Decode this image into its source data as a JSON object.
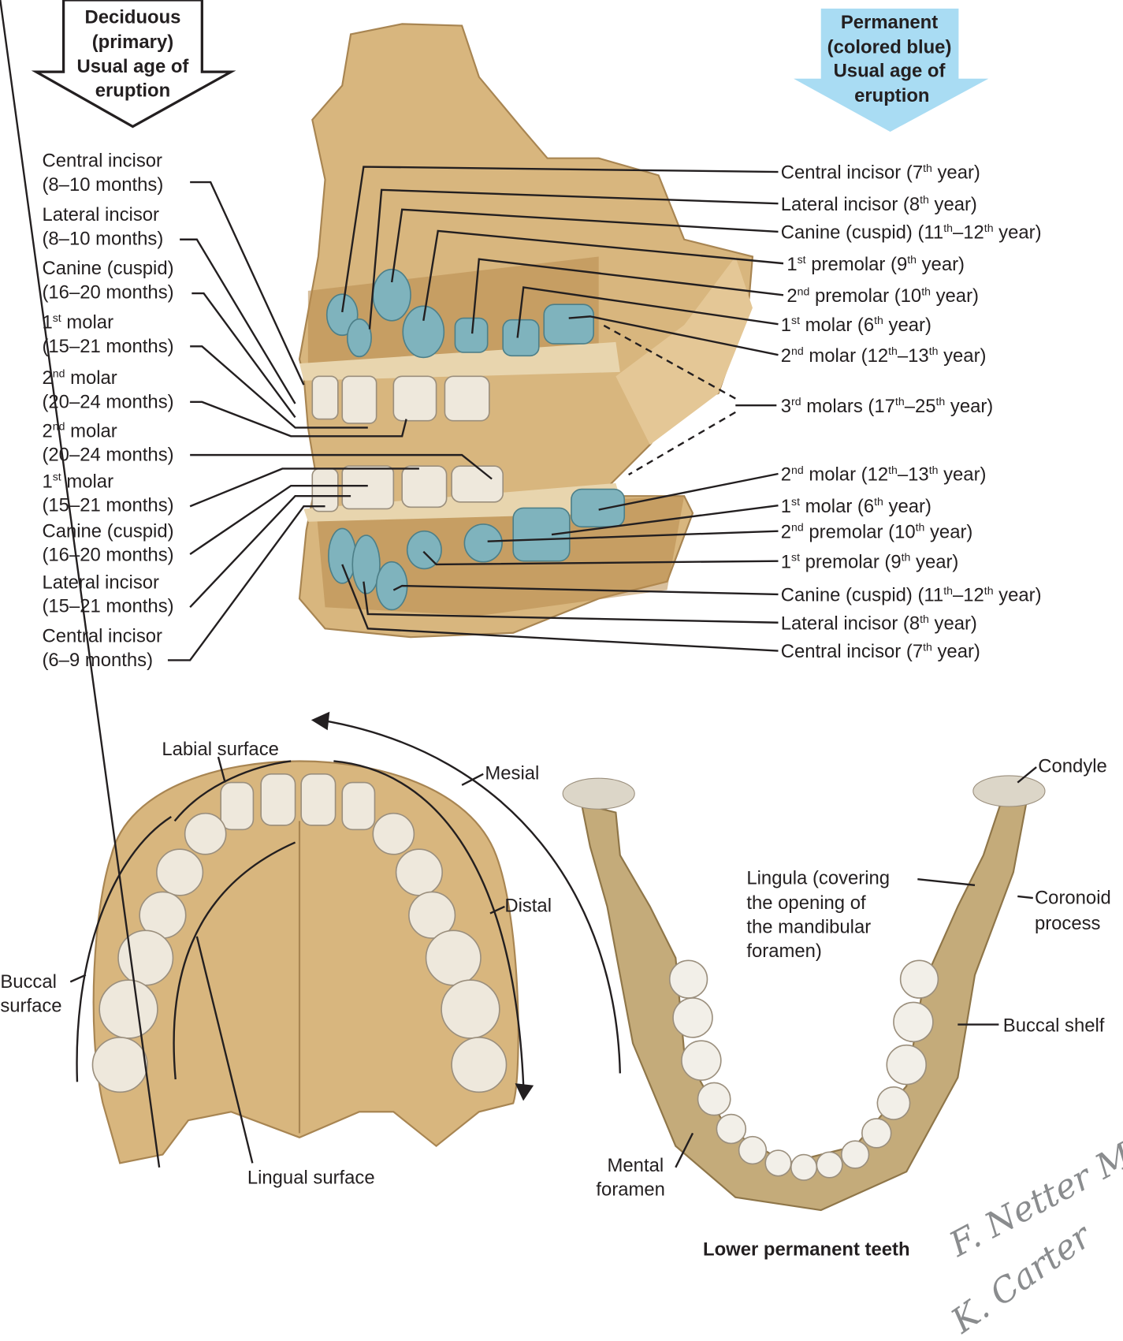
{
  "deciduous_header": {
    "lines": [
      "Deciduous",
      "(primary)",
      "Usual age of",
      "eruption"
    ]
  },
  "permanent_header": {
    "lines": [
      "Permanent",
      "(colored blue)",
      "Usual age of",
      "eruption"
    ]
  },
  "colors": {
    "bone": "#d8b67e",
    "permanent_teeth": "#7fb3bd",
    "deciduous_teeth": "#eee8dc",
    "permanent_arrow": "#a9dcf3"
  },
  "deciduous_labels": [
    {
      "name": "Central incisor",
      "age": "(8–10  months)"
    },
    {
      "name": "Lateral incisor",
      "age": "(8–10 months)"
    },
    {
      "name": "Canine (cuspid)",
      "age": "(16–20 months)"
    },
    {
      "name": [
        "1",
        "st",
        " molar"
      ],
      "age": "(15–21 months)"
    },
    {
      "name": [
        "2",
        "nd",
        " molar"
      ],
      "age": "(20–24 months)"
    },
    {
      "name": [
        "2",
        "nd",
        " molar"
      ],
      "age": "(20–24 months)"
    },
    {
      "name": [
        "1",
        "st",
        " molar"
      ],
      "age": "(15–21 months)"
    },
    {
      "name": "Canine (cuspid)",
      "age": "(16–20 months)"
    },
    {
      "name": "Lateral incisor",
      "age": "(15–21 months)"
    },
    {
      "name": "Central incisor",
      "age": "(6–9 months)"
    }
  ],
  "permanent_labels": [
    [
      "Central incisor (7",
      "th",
      " year)"
    ],
    [
      "Lateral incisor (8",
      "th",
      " year)"
    ],
    [
      "Canine (cuspid) (11",
      "th",
      "–12",
      "th",
      " year)"
    ],
    [
      "1",
      "st",
      " premolar (9",
      "th",
      " year)"
    ],
    [
      "2",
      "nd",
      " premolar (10",
      "th",
      " year)"
    ],
    [
      "1",
      "st",
      " molar (6",
      "th",
      " year)"
    ],
    [
      "2",
      "nd",
      " molar (12",
      "th",
      "–13",
      "th",
      " year)"
    ],
    [
      "3",
      "rd",
      " molars (17",
      "th",
      "–25",
      "th",
      " year)"
    ],
    [
      "2",
      "nd",
      " molar (12",
      "th",
      "–13",
      "th",
      " year)"
    ],
    [
      "1",
      "st",
      " molar (6",
      "th",
      " year)"
    ],
    [
      "2",
      "nd",
      " premolar (10",
      "th",
      " year)"
    ],
    [
      "1",
      "st",
      " premolar (9",
      "th",
      " year)"
    ],
    [
      "Canine (cuspid) (11",
      "th",
      "–12",
      "th",
      " year)"
    ],
    [
      "Lateral incisor (8",
      "th",
      " year)"
    ],
    [
      "Central incisor (7",
      "th",
      " year)"
    ]
  ],
  "upper_arch_labels": {
    "labial": "Labial surface",
    "mesial": "Mesial",
    "distal": "Distal",
    "buccal": [
      "Buccal",
      "surface"
    ],
    "lingual": "Lingual surface"
  },
  "mandible_labels": {
    "condyle": "Condyle",
    "lingula": [
      "Lingula (covering",
      "the opening of",
      "the mandibular",
      "foramen)"
    ],
    "coronoid": [
      "Coronoid",
      "process"
    ],
    "buccal_shelf": "Buccal shelf",
    "mental": [
      "Mental",
      "foramen"
    ],
    "caption": "Lower permanent teeth"
  },
  "signatures": [
    "F. Netter M.D.",
    "K. Carter"
  ]
}
